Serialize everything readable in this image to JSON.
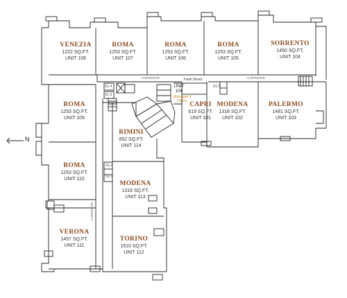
{
  "units": [
    {
      "id": "u108",
      "name": "VENEZIA",
      "sqft": "1222 SQ.FT.",
      "unit": "UNIT 108"
    },
    {
      "id": "u107",
      "name": "ROMA",
      "sqft": "1253 SQ.FT.",
      "unit": "UNIT 107"
    },
    {
      "id": "u106",
      "name": "ROMA",
      "sqft": "1253 SQ.FT.",
      "unit": "UNIT 106"
    },
    {
      "id": "u105",
      "name": "ROMA",
      "sqft": "1253 SQ.FT.",
      "unit": "UNIT 105"
    },
    {
      "id": "u104",
      "name": "SORRENTO",
      "sqft": "1450 SQ.FT.",
      "unit": "UNIT 104"
    },
    {
      "id": "u109",
      "name": "ROMA",
      "sqft": "1253 SQ.FT.",
      "unit": "UNIT 109"
    },
    {
      "id": "u101",
      "name": "CAPRI",
      "sqft": "619 SQ.FT.",
      "unit": "UNIT 101"
    },
    {
      "id": "u102",
      "name": "MODENA",
      "sqft": "1318 SQ.FT.",
      "unit": "UNIT 102"
    },
    {
      "id": "u103",
      "name": "PALERMO",
      "sqft": "1481 SQ.FT.",
      "unit": "UNIT 103"
    },
    {
      "id": "u114",
      "name": "RIMINI",
      "sqft": "952 SQ.FT.",
      "unit": "UNIT 114"
    },
    {
      "id": "u110",
      "name": "ROMA",
      "sqft": "1253 SQ.FT.",
      "unit": "UNIT 110"
    },
    {
      "id": "u113",
      "name": "MODENA",
      "sqft": "1318 SQ.FT.",
      "unit": "UNIT 113"
    },
    {
      "id": "u111",
      "name": "VERONA",
      "sqft": "1457 SQ.FT.",
      "unit": "UNIT 111"
    },
    {
      "id": "u112",
      "name": "TORINO",
      "sqft": "1510 SQ.FT.",
      "unit": "UNIT 112"
    }
  ],
  "unit_100": {
    "line1": "UNIT",
    "line2": "100"
  },
  "managers_office": {
    "line1": "Manager's",
    "line2": "Office"
  },
  "trash_shoot": "Trash Shoot",
  "corridor": "CORRIDOR",
  "stair_labels": [
    "S1.4",
    "S1.3",
    "S1.5",
    "S1.2",
    "S1.1"
  ],
  "compass": {
    "label": "N"
  },
  "colors": {
    "walls": "#222222",
    "unit_name": "#8b4a1f",
    "managers_office": "#c58a2a"
  }
}
